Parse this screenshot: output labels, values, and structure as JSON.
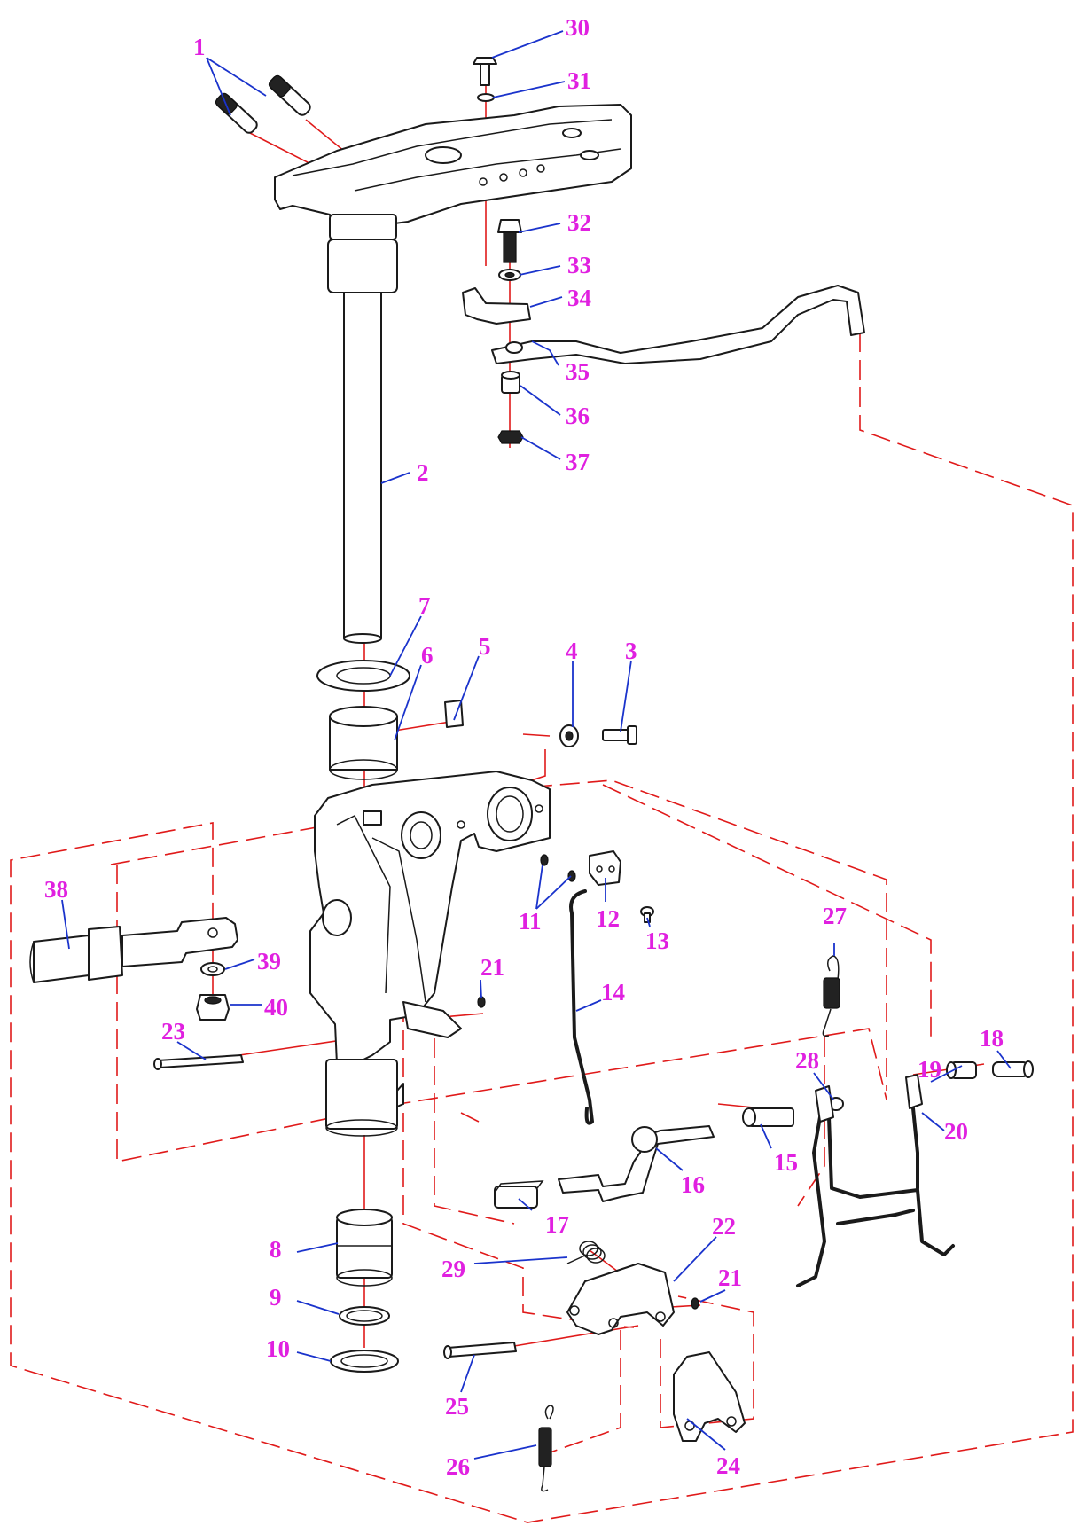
{
  "callouts": [
    "1",
    "2",
    "3",
    "4",
    "5",
    "6",
    "7",
    "8",
    "9",
    "10",
    "11",
    "12",
    "13",
    "14",
    "15",
    "16",
    "17",
    "18",
    "19",
    "20",
    "21",
    "21",
    "22",
    "23",
    "24",
    "25",
    "26",
    "27",
    "28",
    "29",
    "30",
    "31",
    "32",
    "33",
    "34",
    "35",
    "36",
    "37",
    "38",
    "39",
    "40"
  ],
  "colors": {
    "callout": "#e020e0",
    "leader": "#1a33cc",
    "assembly_line": "#e01a1a",
    "part_outline": "#1a1a1a"
  }
}
